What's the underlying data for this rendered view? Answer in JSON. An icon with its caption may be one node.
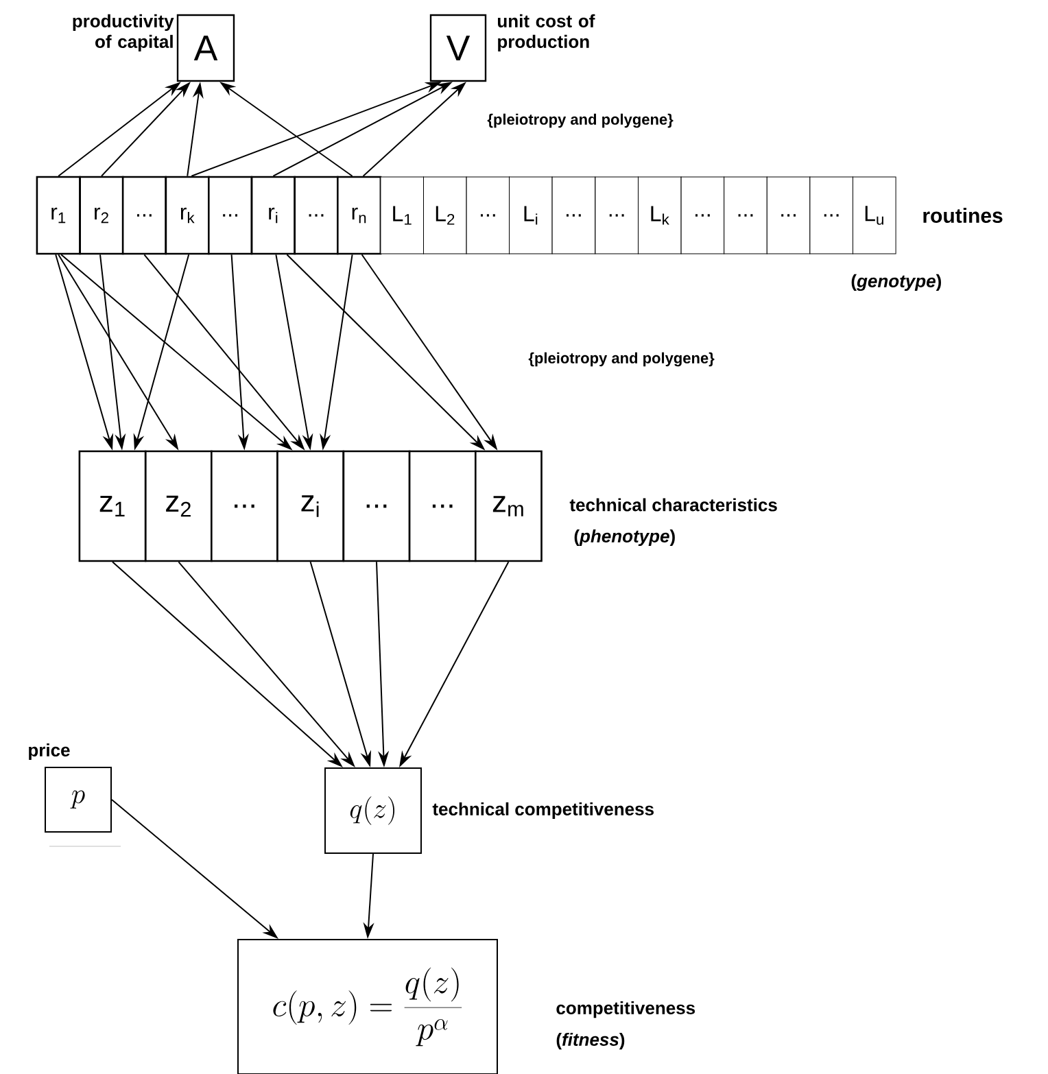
{
  "diagram": {
    "nodes": [
      {
        "text": [
          "A"
        ],
        "beside": [
          "productivity of capital"
        ]
      },
      {
        "text": [
          "V"
        ],
        "beside": [
          "unit cost of production"
        ]
      },
      {
        "text": [
          "r$_{1}$"
        ]
      },
      {
        "text": [
          "r$_{2}$"
        ]
      },
      {
        "text": [
          "..."
        ]
      },
      {
        "text": [
          "r$_{k}$"
        ]
      },
      {
        "text": [
          "..."
        ]
      },
      {
        "text": [
          "r$_{i}$"
        ]
      },
      {
        "text": [
          "..."
        ]
      },
      {
        "text": [
          "r$_{n}$"
        ]
      },
      {
        "text": [
          "L$_{1}$"
        ]
      },
      {
        "text": [
          "L$_{2}$"
        ]
      },
      {
        "text": [
          "..."
        ]
      },
      {
        "text": [
          "L$_{i}$"
        ]
      },
      {
        "text": [
          "..."
        ]
      },
      {
        "text": [
          "..."
        ]
      },
      {
        "text": [
          "L$_{k}$"
        ]
      },
      {
        "text": [
          "..."
        ]
      },
      {
        "text": [
          "..."
        ]
      },
      {
        "text": [
          "..."
        ]
      },
      {
        "text": [
          "..."
        ]
      },
      {
        "text": [
          "L$_{u}$"
        ]
      },
      {
        "text": [
          "z$_{1}$"
        ]
      },
      {
        "text": [
          "z$_{2}$"
        ]
      },
      {
        "text": [
          "..."
        ]
      },
      {
        "text": [
          "z$_{i}$"
        ]
      },
      {
        "text": [
          "..."
        ]
      },
      {
        "text": [
          "..."
        ]
      },
      {
        "text": [
          "z$_{m}$"
        ]
      },
      {
        "text": [
          "p"
        ],
        "beside": [
          "price"
        ]
      },
      {
        "text": [
          "q(z)"
        ],
        "beside": [
          "technical competitiveness"
        ]
      },
      {
        "text": [
          "c(p,z)=\\frac{q(z)}{p^{\\alpha}}"
        ],
        "beside": [
          "competitiveness",
          "(*fitness*)"
        ]
      }
    ],
    "edges": [
      {
        "from": 2,
        "to": 0,
        "arrow": "to"
      },
      {
        "from": 3,
        "to": 0,
        "arrow": "to"
      },
      {
        "from": 5,
        "to": 0,
        "arrow": "to"
      },
      {
        "from": 9,
        "to": 0,
        "arrow": "to"
      },
      {
        "from": 5,
        "to": 1,
        "arrow": "to"
      },
      {
        "from": 7,
        "to": 1,
        "arrow": "to"
      },
      {
        "from": 9,
        "to": 1,
        "arrow": "to"
      },
      {
        "from": 2,
        "to": 22,
        "arrow": "to"
      },
      {
        "from": 2,
        "to": 23,
        "arrow": "to"
      },
      {
        "from": 2,
        "to": 25,
        "arrow": "to"
      },
      {
        "from": 3,
        "to": 22,
        "arrow": "to"
      },
      {
        "from": 4,
        "to": 25,
        "arrow": "to"
      },
      {
        "from": 5,
        "to": 22,
        "arrow": "to"
      },
      {
        "from": 6,
        "to": 24,
        "arrow": "to"
      },
      {
        "from": 7,
        "to": 25,
        "arrow": "to"
      },
      {
        "from": 7,
        "to": 28,
        "arrow": "to"
      },
      {
        "from": 9,
        "to": 25,
        "arrow": "to"
      },
      {
        "from": 9,
        "to": 28,
        "arrow": "to"
      },
      {
        "from": 22,
        "to": 30,
        "arrow": "to"
      },
      {
        "from": 23,
        "to": 30,
        "arrow": "to"
      },
      {
        "from": 25,
        "to": 30,
        "arrow": "to"
      },
      {
        "from": 26,
        "to": 30,
        "arrow": "to"
      },
      {
        "from": 28,
        "to": 30,
        "arrow": "to"
      },
      {
        "from": 29,
        "to": 31,
        "arrow": "to"
      },
      {
        "from": 30,
        "to": 31,
        "arrow": "to"
      }
    ],
    "labels": [
      "{pleiotropy and polygene}",
      "routines",
      "(*genotype*)",
      "{pleiotropy and polygene}",
      "technical characteristics",
      "(*phenotype*)"
    ]
  }
}
